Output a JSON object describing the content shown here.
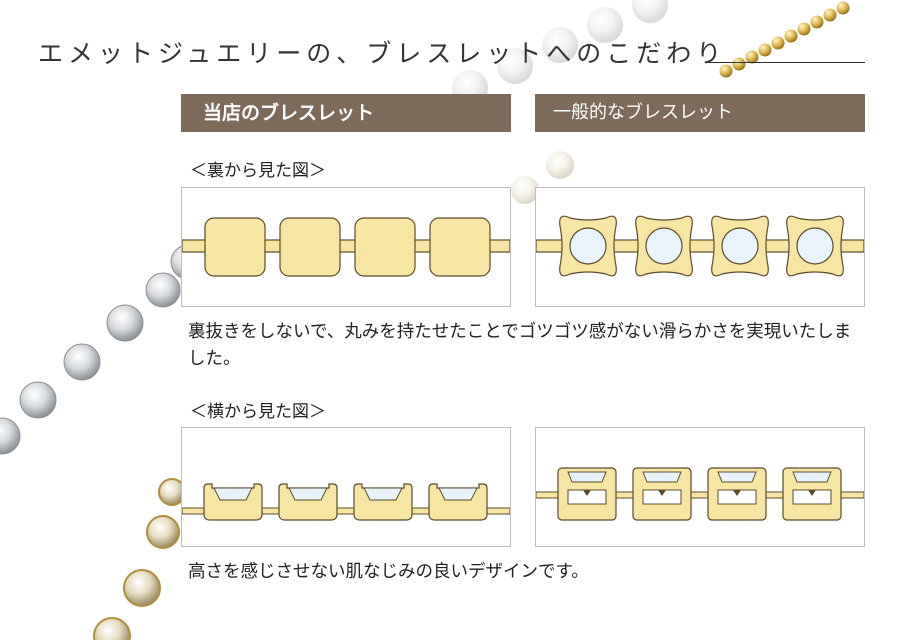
{
  "title": "エメットジュエリーの、ブレスレットへのこだわり",
  "columns": {
    "ours": "当店のブレスレット",
    "general": "一般的なブレスレット"
  },
  "sections": [
    {
      "label": "＜裏から見た図＞",
      "description": "裏抜きをしないで、丸みを持たせたことでゴツゴツ感がない滑らかさを実現いたしました。"
    },
    {
      "label": "＜横から見た図＞",
      "description": "高さを感じさせない肌なじみの良いデザインです。"
    }
  ],
  "colors": {
    "header_bg": "#7d6a59",
    "gold_fill": "#f7e6a3",
    "gold_stroke": "#5a4a2a",
    "stone_fill": "#e9f4fa",
    "panel_border": "#bdbdbd"
  }
}
